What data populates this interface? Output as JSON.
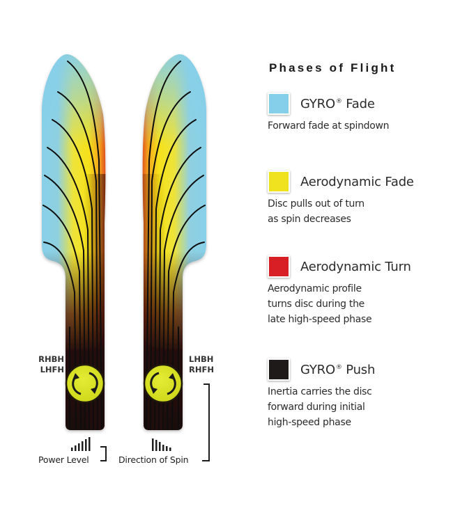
{
  "legend": {
    "title": "Phases of Flight",
    "phases": [
      {
        "name": "GYRO",
        "reg": "®",
        "suffix": " Fade",
        "color": "#86cfea",
        "description": "Forward fade at spindown"
      },
      {
        "name": "Aerodynamic Fade",
        "reg": "",
        "suffix": "",
        "color": "#f0e21e",
        "description": "Disc pulls out of turn\nas spin decreases"
      },
      {
        "name": "Aerodynamic Turn",
        "reg": "",
        "suffix": "",
        "color": "#d81f26",
        "description": "Aerodynamic profile\nturns disc during the\nlate high-speed phase"
      },
      {
        "name": "GYRO",
        "reg": "®",
        "suffix": " Push",
        "color": "#1f1a1a",
        "description": "Inertia carries the disc\nforward during initial\nhigh-speed phase"
      }
    ]
  },
  "left_flight": {
    "throw_labels": [
      "RHBH",
      "LHFH"
    ],
    "spin_direction": "clockwise",
    "power_label": "Power Level",
    "line_count": 8
  },
  "right_flight": {
    "throw_labels": [
      "LHBH",
      "RHFH"
    ],
    "spin_direction": "counterclockwise",
    "direction_label": "Direction of Spin",
    "line_count": 8
  },
  "colors": {
    "gyro_fade": "#86cfea",
    "aero_fade": "#f6e71c",
    "aero_turn": "#de2a1a",
    "gyro_push": "#241010",
    "spin_badge": "#d9e31f",
    "line": "#111111"
  }
}
